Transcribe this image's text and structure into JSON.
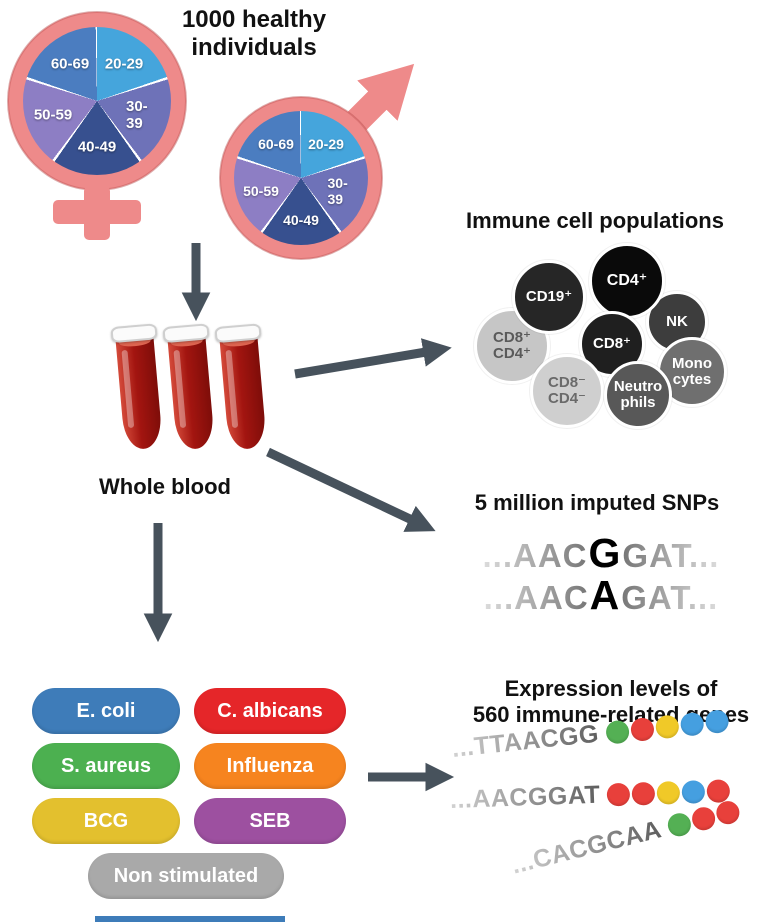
{
  "header": {
    "title": "1000 healthy\nindividuals"
  },
  "demographics": {
    "age_groups": [
      "20-29",
      "30-39",
      "40-49",
      "50-59",
      "60-69"
    ],
    "pie_slice_colors": [
      "#45a5dc",
      "#6e72b8",
      "#37508f",
      "#8d7ec4",
      "#4b7dc0"
    ],
    "symbol_color": "#ee8a8a"
  },
  "whole_blood": {
    "label": "Whole blood"
  },
  "immune": {
    "title": "Immune cell populations",
    "cells": [
      {
        "label": "CD8⁺\nCD4⁺",
        "color": "#c6c6c6",
        "text_color": "#5a5a5a"
      },
      {
        "label": "CD19⁺",
        "color": "#262626",
        "text_color": "#ffffff"
      },
      {
        "label": "NK",
        "color": "#3d3d3d",
        "text_color": "#ffffff"
      },
      {
        "label": "Mono\ncytes",
        "color": "#6f6f6f",
        "text_color": "#ffffff"
      },
      {
        "label": "CD4⁺",
        "color": "#0a0a0a",
        "text_color": "#ffffff"
      },
      {
        "label": "CD8⁺",
        "color": "#1f1f1f",
        "text_color": "#ffffff"
      },
      {
        "label": "CD8⁻\nCD4⁻",
        "color": "#cfcfcf",
        "text_color": "#6a6a6a"
      },
      {
        "label": "Neutro\nphils",
        "color": "#585858",
        "text_color": "#ffffff"
      }
    ]
  },
  "snps": {
    "title": "5 million imputed SNPs",
    "sequences": [
      {
        "prefix": "...AAC",
        "variant": "G",
        "suffix": "GAT..."
      },
      {
        "prefix": "...AAC",
        "variant": "A",
        "suffix": "GAT..."
      }
    ]
  },
  "stimuli": {
    "items": [
      {
        "label": "E. coli",
        "color": "#3e7cb9"
      },
      {
        "label": "C. albicans",
        "color": "#e52629"
      },
      {
        "label": "S. aureus",
        "color": "#4cb050"
      },
      {
        "label": "Influenza",
        "color": "#f6841f"
      },
      {
        "label": "BCG",
        "color": "#e3c02e"
      },
      {
        "label": "SEB",
        "color": "#9d50a0"
      },
      {
        "label": "Non stimulated",
        "color": "#a9a9a9"
      }
    ]
  },
  "expression": {
    "title": "Expression levels of\n560 immune-related genes",
    "sequences": [
      {
        "text": "...TTAACGG",
        "bead_colors": [
          "#54b054",
          "#e8403b",
          "#f0c928",
          "#459fe0",
          "#459fe0"
        ]
      },
      {
        "text": "...AACGGAT",
        "bead_colors": [
          "#e8403b",
          "#e8403b",
          "#f0c928",
          "#459fe0",
          "#e8403b"
        ]
      },
      {
        "text": "...CACGCAA",
        "bead_colors": [
          "#54b054",
          "#e8403b",
          "#e8403b"
        ]
      }
    ]
  }
}
